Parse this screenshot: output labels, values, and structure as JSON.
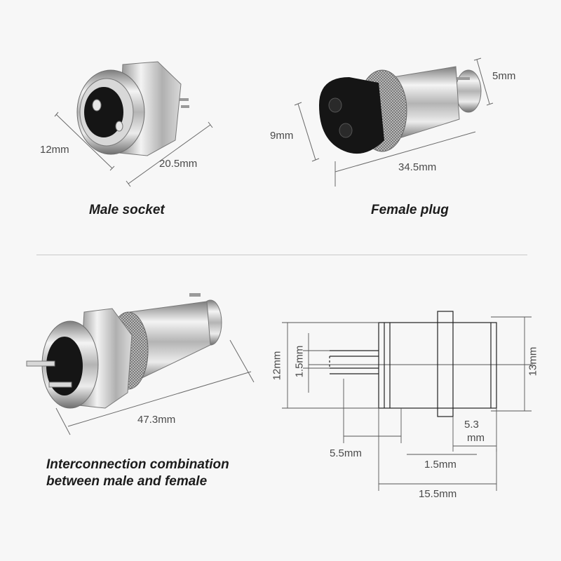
{
  "male_socket": {
    "caption": "Male socket",
    "dim_diameter": "12mm",
    "dim_length": "20.5mm"
  },
  "female_plug": {
    "caption": "Female plug",
    "dim_height": "9mm",
    "dim_tail": "5mm",
    "dim_length": "34.5mm"
  },
  "combination": {
    "caption_line1": "Interconnection combination",
    "caption_line2": "between male and female",
    "dim_length": "47.3mm"
  },
  "drawing": {
    "dim_12": "12mm",
    "dim_1_5_vertical": "1.5mm",
    "dim_13": "13mm",
    "dim_5_3_line1": "5.3",
    "dim_5_3_line2": "mm",
    "dim_5_5": "5.5mm",
    "dim_1_5_horizontal": "1.5mm",
    "dim_15_5": "15.5mm"
  },
  "colors": {
    "background": "#f7f7f7",
    "metal_light": "#f2f2f2",
    "metal_dark": "#8d8d8d",
    "insulator": "#151515",
    "dimension_line": "#6a6a6a",
    "drawing_line": "#222222"
  }
}
